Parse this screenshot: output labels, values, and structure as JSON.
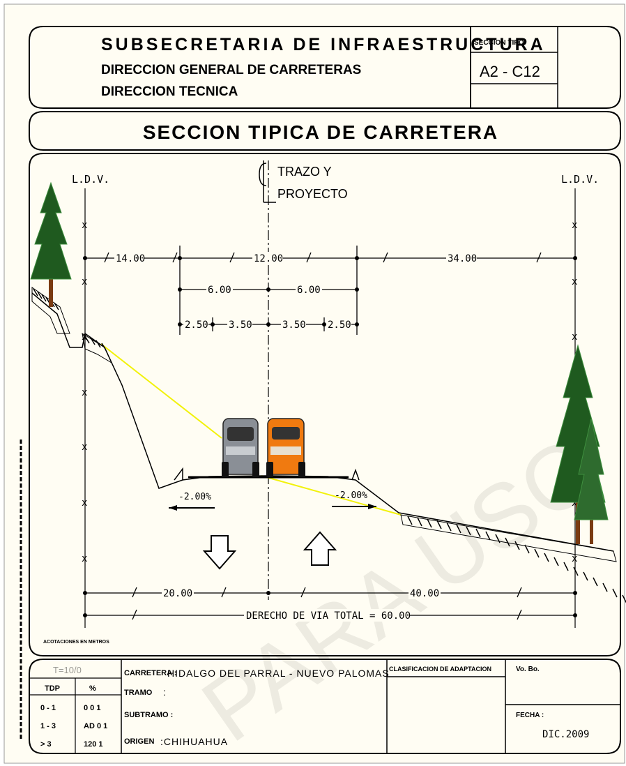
{
  "header": {
    "line1": "SUBSECRETARIA DE INFRAESTRUCTURA",
    "line2": "DIRECCION GENERAL DE CARRETERAS",
    "line3": "DIRECCION TECNICA",
    "section_type_label": "SECCION TIPO",
    "section_type_value": "A2 - C12"
  },
  "title": "SECCION TIPICA DE CARRETERA",
  "drawing": {
    "ldv_left": "L.D.V.",
    "ldv_right": "L.D.V.",
    "axis_label_1": "TRAZO Y",
    "axis_label_2": "PROYECTO",
    "dims": {
      "left_offset": "14.00",
      "crown": "12.00",
      "right_offset": "34.00",
      "half_left": "6.00",
      "half_right": "6.00",
      "shoulder_left": "2.50",
      "lane_left": "3.50",
      "lane_right": "3.50",
      "shoulder_right": "2.50",
      "row_left": "20.00",
      "row_right": "40.00",
      "row_total": "DERECHO DE VIA TOTAL = 60.00"
    },
    "slope_left": "-2.00%",
    "slope_right": "-2.00%",
    "side_note": "ACOTACIONES EN METROS",
    "watermark": "PARA USO"
  },
  "title_block": {
    "tdpa_label": "T=10/0",
    "table_headers": [
      "TDP",
      "%"
    ],
    "table_rows": [
      [
        "0 - 1",
        "0 0 1"
      ],
      [
        "1 - 3",
        "AD 0 1"
      ],
      [
        "> 3",
        "120 1"
      ]
    ],
    "carretera_label": "CARRETERA :",
    "carretera_value": "HIDALGO DEL PARRAL - NUEVO PALOMAS",
    "tramo_label": "TRAMO",
    "tramo_value": ":",
    "subtramo_label": "SUBTRAMO :",
    "origen_label": "ORIGEN",
    "origen_value": ":CHIHUAHUA",
    "clasificacion_label": "CLASIFICACION DE ADAPTACION",
    "vobo_label": "Vo. Bo.",
    "fecha_label": "FECHA :",
    "fecha_value": "DIC.2009"
  },
  "colors": {
    "paper": "#fffdf3",
    "line": "#000000",
    "yellow": "#f2f20a",
    "tree_dark": "#1f5a1f",
    "tree_light": "#3f8f3f",
    "trunk": "#7a3b12",
    "car_right": "#f07a10",
    "car_left": "#8a8f96"
  }
}
